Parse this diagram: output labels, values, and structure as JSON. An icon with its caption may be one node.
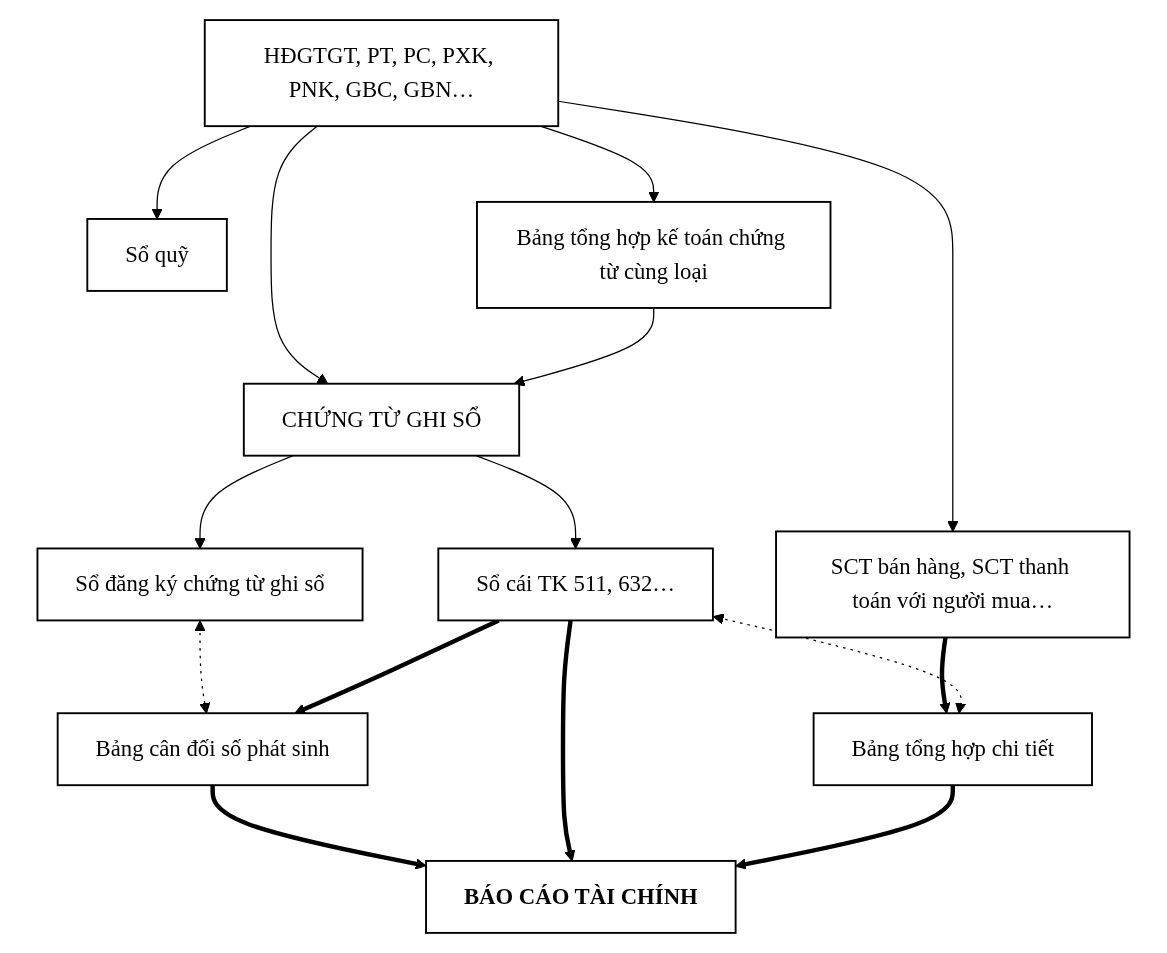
{
  "diagram": {
    "nodes": [
      {
        "text": [
          "HĐGTGT, PT, PC, PXK, PNK, GBC, GBN…"
        ]
      },
      {
        "text": [
          "Sổ quỹ"
        ]
      },
      {
        "text": [
          "Bảng tổng hợp kế toán chứng từ cùng loại"
        ]
      },
      {
        "text": [
          "SCT bán hàng, SCT thanh toán với người mua…"
        ]
      },
      {
        "text": [
          "Sổ đăng ký chứng từ ghi sổ"
        ]
      },
      {
        "text": [
          "CHỨNG TỪ GHI SỔ"
        ]
      },
      {
        "text": [
          "Sổ cái TK 511, 632…"
        ]
      },
      {
        "text": [
          "Bảng tổng hợp chi tiết"
        ]
      },
      {
        "text": [
          "Bảng cân đối số phát sinh"
        ]
      },
      {
        "text": [
          "BÁO CÁO TÀI CHÍNH"
        ]
      }
    ],
    "edges": [
      {
        "from": 0,
        "to": 1,
        "arrow": "to"
      },
      {
        "from": 0,
        "to": 5,
        "arrow": "to"
      },
      {
        "from": 0,
        "to": 2,
        "arrow": "to"
      },
      {
        "from": 0,
        "to": 3,
        "arrow": "to"
      },
      {
        "from": 2,
        "to": 5,
        "arrow": "to"
      },
      {
        "from": 5,
        "to": 4,
        "arrow": "to"
      },
      {
        "from": 5,
        "to": 6,
        "arrow": "to"
      },
      {
        "from": 3,
        "to": 7,
        "arrow": "to",
        "style": "thick"
      },
      {
        "from": 6,
        "to": 7,
        "arrow": "both",
        "style": "dashed"
      },
      {
        "from": 4,
        "to": 8,
        "arrow": "both",
        "style": "dashed"
      },
      {
        "from": 6,
        "to": 8,
        "arrow": "to",
        "style": "thick"
      },
      {
        "from": 8,
        "to": 9,
        "arrow": "to",
        "style": "thick"
      },
      {
        "from": 6,
        "to": 9,
        "arrow": "to",
        "style": "thick"
      },
      {
        "from": 7,
        "to": 9,
        "arrow": "to",
        "style": "thick"
      }
    ]
  }
}
